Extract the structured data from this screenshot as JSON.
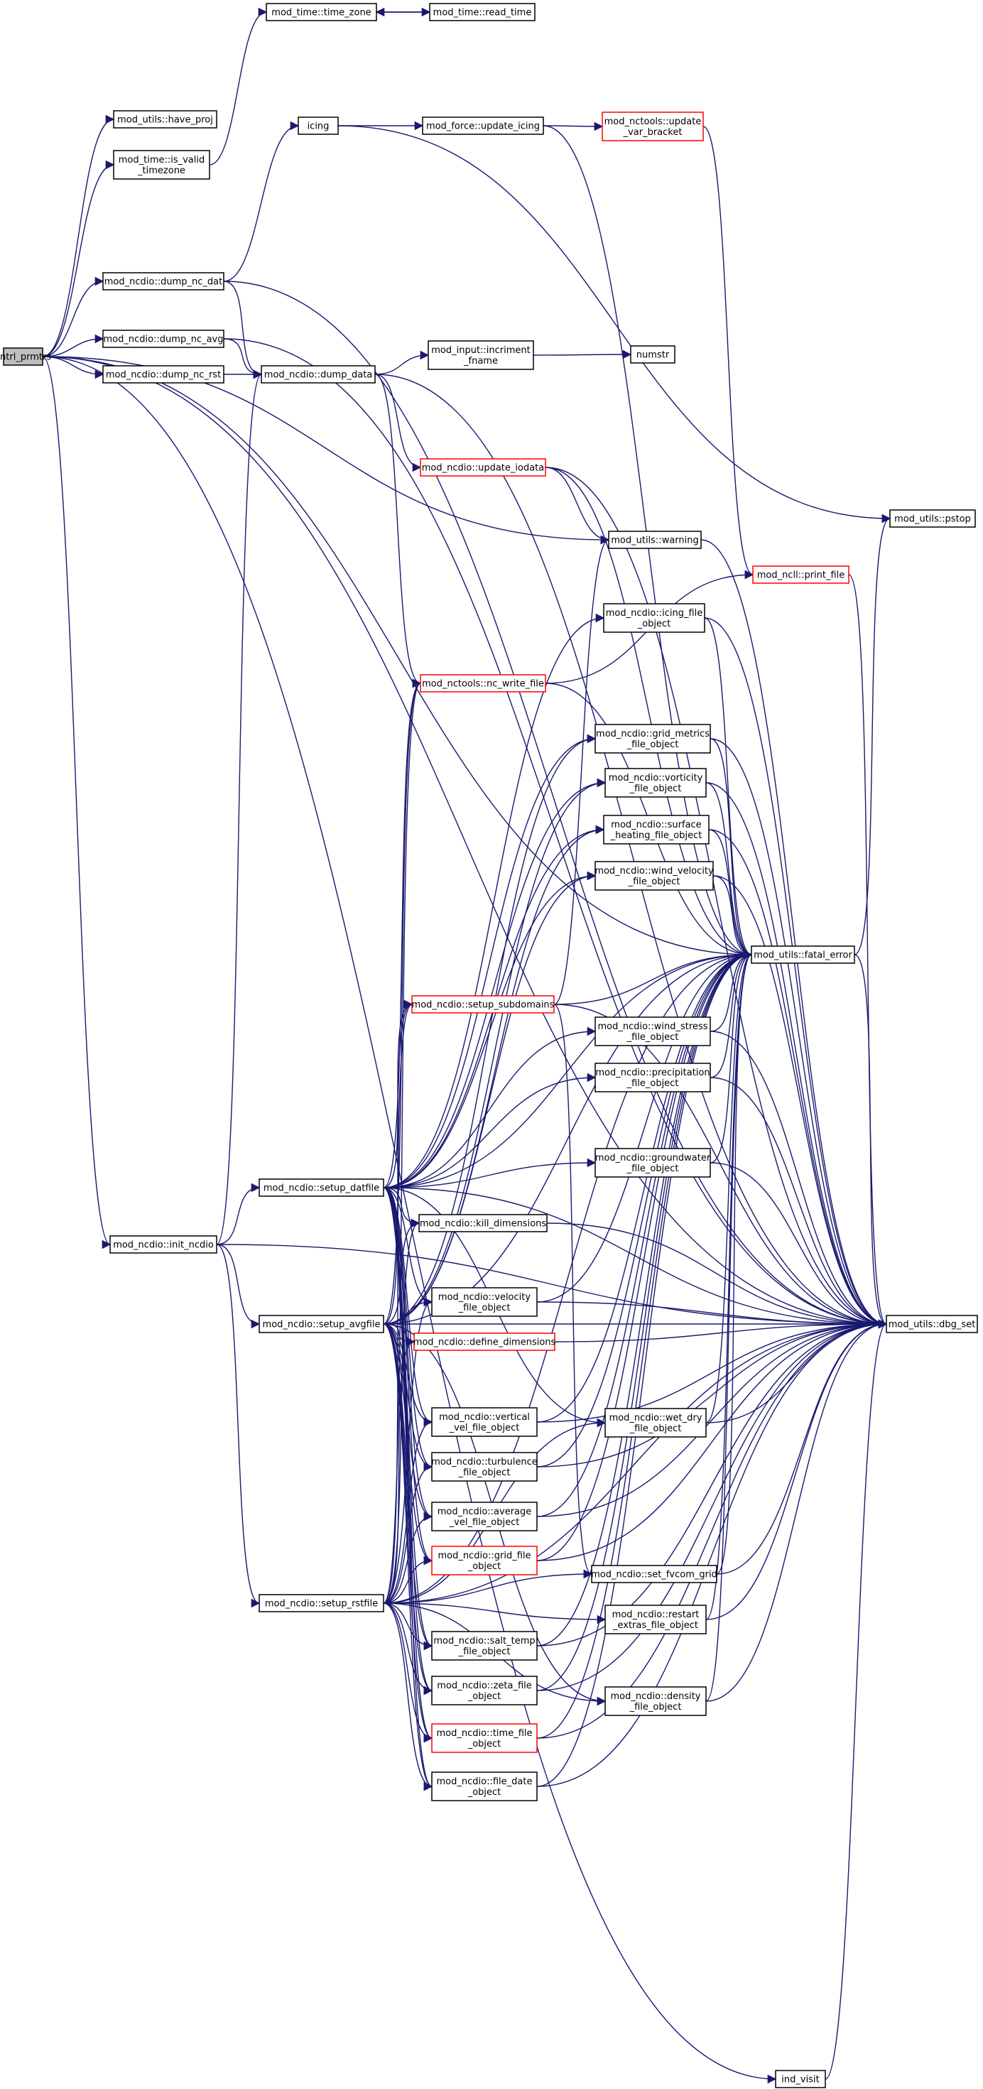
{
  "colors": {
    "edge": "#191970",
    "node_border": "#000000",
    "node_border_error": "#ff0000",
    "root_fill": "#bfbfbf",
    "background": "#ffffff"
  },
  "nodes": [
    {
      "id": "cntrl_prmtrs",
      "lines": [
        "cntrl_prmtrs"
      ],
      "style": "root"
    },
    {
      "id": "time_zone",
      "lines": [
        "mod_time::time_zone"
      ]
    },
    {
      "id": "read_time",
      "lines": [
        "mod_time::read_time"
      ]
    },
    {
      "id": "have_proj",
      "lines": [
        "mod_utils::have_proj"
      ]
    },
    {
      "id": "is_valid_tz",
      "lines": [
        "mod_time::is_valid",
        "_timezone"
      ]
    },
    {
      "id": "icing",
      "lines": [
        "icing"
      ]
    },
    {
      "id": "update_icing",
      "lines": [
        "mod_force::update_icing"
      ]
    },
    {
      "id": "update_var_bracket",
      "lines": [
        "mod_nctools::update",
        "_var_bracket"
      ],
      "style": "red"
    },
    {
      "id": "dump_nc_dat",
      "lines": [
        "mod_ncdio::dump_nc_dat"
      ]
    },
    {
      "id": "dump_nc_avg",
      "lines": [
        "mod_ncdio::dump_nc_avg"
      ]
    },
    {
      "id": "dump_nc_rst",
      "lines": [
        "mod_ncdio::dump_nc_rst"
      ]
    },
    {
      "id": "dump_data",
      "lines": [
        "mod_ncdio::dump_data"
      ]
    },
    {
      "id": "incriment_fname",
      "lines": [
        "mod_input::incriment",
        "_fname"
      ]
    },
    {
      "id": "numstr",
      "lines": [
        "numstr"
      ]
    },
    {
      "id": "update_iodata",
      "lines": [
        "mod_ncdio::update_iodata"
      ],
      "style": "red"
    },
    {
      "id": "pstop",
      "lines": [
        "mod_utils::pstop"
      ]
    },
    {
      "id": "warning",
      "lines": [
        "mod_utils::warning"
      ]
    },
    {
      "id": "print_file",
      "lines": [
        "mod_ncll::print_file"
      ],
      "style": "red"
    },
    {
      "id": "icing_file_object",
      "lines": [
        "mod_ncdio::icing_file",
        "_object"
      ]
    },
    {
      "id": "nc_write_file",
      "lines": [
        "mod_nctools::nc_write_file"
      ],
      "style": "red"
    },
    {
      "id": "grid_metrics",
      "lines": [
        "mod_ncdio::grid_metrics",
        "_file_object"
      ]
    },
    {
      "id": "vorticity",
      "lines": [
        "mod_ncdio::vorticity",
        "_file_object"
      ]
    },
    {
      "id": "surface_heating",
      "lines": [
        "mod_ncdio::surface",
        "_heating_file_object"
      ]
    },
    {
      "id": "wind_velocity",
      "lines": [
        "mod_ncdio::wind_velocity",
        "_file_object"
      ]
    },
    {
      "id": "fatal_error",
      "lines": [
        "mod_utils::fatal_error"
      ]
    },
    {
      "id": "setup_subdomains",
      "lines": [
        "mod_ncdio::setup_subdomains"
      ],
      "style": "red"
    },
    {
      "id": "wind_stress",
      "lines": [
        "mod_ncdio::wind_stress",
        "_file_object"
      ]
    },
    {
      "id": "precipitation",
      "lines": [
        "mod_ncdio::precipitation",
        "_file_object"
      ]
    },
    {
      "id": "groundwater",
      "lines": [
        "mod_ncdio::groundwater",
        "_file_object"
      ]
    },
    {
      "id": "setup_datfile",
      "lines": [
        "mod_ncdio::setup_datfile"
      ]
    },
    {
      "id": "init_ncdio",
      "lines": [
        "mod_ncdio::init_ncdio"
      ]
    },
    {
      "id": "kill_dimensions",
      "lines": [
        "mod_ncdio::kill_dimensions"
      ]
    },
    {
      "id": "velocity",
      "lines": [
        "mod_ncdio::velocity",
        "_file_object"
      ]
    },
    {
      "id": "setup_avgfile",
      "lines": [
        "mod_ncdio::setup_avgfile"
      ]
    },
    {
      "id": "define_dimensions",
      "lines": [
        "mod_ncdio::define_dimensions"
      ],
      "style": "red"
    },
    {
      "id": "dbg_set",
      "lines": [
        "mod_utils::dbg_set"
      ]
    },
    {
      "id": "vertical_vel",
      "lines": [
        "mod_ncdio::vertical",
        "_vel_file_object"
      ]
    },
    {
      "id": "wet_dry",
      "lines": [
        "mod_ncdio::wet_dry",
        "_file_object"
      ]
    },
    {
      "id": "turbulence",
      "lines": [
        "mod_ncdio::turbulence",
        "_file_object"
      ]
    },
    {
      "id": "average_vel",
      "lines": [
        "mod_ncdio::average",
        "_vel_file_object"
      ]
    },
    {
      "id": "grid_file",
      "lines": [
        "mod_ncdio::grid_file",
        "_object"
      ],
      "style": "red"
    },
    {
      "id": "set_fvcom_grid",
      "lines": [
        "mod_ncdio::set_fvcom_grid"
      ]
    },
    {
      "id": "setup_rstfile",
      "lines": [
        "mod_ncdio::setup_rstfile"
      ]
    },
    {
      "id": "restart_extras",
      "lines": [
        "mod_ncdio::restart",
        "_extras_file_object"
      ]
    },
    {
      "id": "salt_temp",
      "lines": [
        "mod_ncdio::salt_temp",
        "_file_object"
      ]
    },
    {
      "id": "zeta_file",
      "lines": [
        "mod_ncdio::zeta_file",
        "_object"
      ]
    },
    {
      "id": "density",
      "lines": [
        "mod_ncdio::density",
        "_file_object"
      ]
    },
    {
      "id": "time_file",
      "lines": [
        "mod_ncdio::time_file",
        "_object"
      ],
      "style": "red"
    },
    {
      "id": "file_date",
      "lines": [
        "mod_ncdio::file_date",
        "_object"
      ]
    },
    {
      "id": "ind_visit",
      "lines": [
        "ind_visit"
      ]
    }
  ],
  "edges": [
    [
      "cntrl_prmtrs",
      "have_proj"
    ],
    [
      "cntrl_prmtrs",
      "is_valid_tz"
    ],
    [
      "cntrl_prmtrs",
      "dump_nc_dat"
    ],
    [
      "cntrl_prmtrs",
      "dump_nc_avg"
    ],
    [
      "cntrl_prmtrs",
      "dump_nc_rst"
    ],
    [
      "cntrl_prmtrs",
      "init_ncdio"
    ],
    [
      "cntrl_prmtrs",
      "warning"
    ],
    [
      "cntrl_prmtrs",
      "fatal_error"
    ],
    [
      "cntrl_prmtrs",
      "dbg_set"
    ],
    [
      "cntrl_prmtrs",
      "ind_visit"
    ],
    [
      "is_valid_tz",
      "time_zone"
    ],
    [
      "time_zone",
      "read_time"
    ],
    [
      "read_time",
      "time_zone"
    ],
    [
      "dump_nc_dat",
      "icing"
    ],
    [
      "dump_nc_dat",
      "dump_data"
    ],
    [
      "dump_nc_dat",
      "dbg_set"
    ],
    [
      "dump_nc_avg",
      "dump_data"
    ],
    [
      "dump_nc_avg",
      "dbg_set"
    ],
    [
      "dump_nc_rst",
      "dump_data"
    ],
    [
      "icing",
      "update_icing"
    ],
    [
      "icing",
      "pstop"
    ],
    [
      "update_icing",
      "update_var_bracket"
    ],
    [
      "update_icing",
      "fatal_error"
    ],
    [
      "update_var_bracket",
      "print_file"
    ],
    [
      "dump_data",
      "incriment_fname"
    ],
    [
      "dump_data",
      "update_iodata"
    ],
    [
      "dump_data",
      "nc_write_file"
    ],
    [
      "dump_data",
      "dbg_set"
    ],
    [
      "incriment_fname",
      "numstr"
    ],
    [
      "update_iodata",
      "warning"
    ],
    [
      "update_iodata",
      "fatal_error"
    ],
    [
      "update_iodata",
      "dbg_set"
    ],
    [
      "warning",
      "dbg_set"
    ],
    [
      "nc_write_file",
      "print_file"
    ],
    [
      "nc_write_file",
      "fatal_error"
    ],
    [
      "print_file",
      "dbg_set"
    ],
    [
      "icing_file_object",
      "fatal_error"
    ],
    [
      "icing_file_object",
      "dbg_set"
    ],
    [
      "grid_metrics",
      "fatal_error"
    ],
    [
      "grid_metrics",
      "dbg_set"
    ],
    [
      "vorticity",
      "fatal_error"
    ],
    [
      "vorticity",
      "dbg_set"
    ],
    [
      "surface_heating",
      "fatal_error"
    ],
    [
      "surface_heating",
      "dbg_set"
    ],
    [
      "wind_velocity",
      "fatal_error"
    ],
    [
      "wind_velocity",
      "dbg_set"
    ],
    [
      "fatal_error",
      "pstop"
    ],
    [
      "fatal_error",
      "dbg_set"
    ],
    [
      "setup_subdomains",
      "warning"
    ],
    [
      "setup_subdomains",
      "fatal_error"
    ],
    [
      "setup_subdomains",
      "set_fvcom_grid"
    ],
    [
      "setup_subdomains",
      "dbg_set"
    ],
    [
      "wind_stress",
      "fatal_error"
    ],
    [
      "wind_stress",
      "dbg_set"
    ],
    [
      "precipitation",
      "fatal_error"
    ],
    [
      "precipitation",
      "dbg_set"
    ],
    [
      "groundwater",
      "fatal_error"
    ],
    [
      "groundwater",
      "dbg_set"
    ],
    [
      "init_ncdio",
      "setup_datfile"
    ],
    [
      "init_ncdio",
      "setup_avgfile"
    ],
    [
      "init_ncdio",
      "setup_rstfile"
    ],
    [
      "init_ncdio",
      "dump_data"
    ],
    [
      "init_ncdio",
      "dbg_set"
    ],
    [
      "setup_datfile",
      "icing_file_object"
    ],
    [
      "setup_datfile",
      "nc_write_file"
    ],
    [
      "setup_datfile",
      "grid_metrics"
    ],
    [
      "setup_datfile",
      "vorticity"
    ],
    [
      "setup_datfile",
      "surface_heating"
    ],
    [
      "setup_datfile",
      "wind_velocity"
    ],
    [
      "setup_datfile",
      "setup_subdomains"
    ],
    [
      "setup_datfile",
      "wind_stress"
    ],
    [
      "setup_datfile",
      "precipitation"
    ],
    [
      "setup_datfile",
      "groundwater"
    ],
    [
      "setup_datfile",
      "kill_dimensions"
    ],
    [
      "setup_datfile",
      "velocity"
    ],
    [
      "setup_datfile",
      "define_dimensions"
    ],
    [
      "setup_datfile",
      "vertical_vel"
    ],
    [
      "setup_datfile",
      "wet_dry"
    ],
    [
      "setup_datfile",
      "turbulence"
    ],
    [
      "setup_datfile",
      "average_vel"
    ],
    [
      "setup_datfile",
      "grid_file"
    ],
    [
      "setup_datfile",
      "salt_temp"
    ],
    [
      "setup_datfile",
      "zeta_file"
    ],
    [
      "setup_datfile",
      "time_file"
    ],
    [
      "setup_datfile",
      "file_date"
    ],
    [
      "setup_datfile",
      "fatal_error"
    ],
    [
      "setup_datfile",
      "dbg_set"
    ],
    [
      "setup_avgfile",
      "nc_write_file"
    ],
    [
      "setup_avgfile",
      "grid_metrics"
    ],
    [
      "setup_avgfile",
      "vorticity"
    ],
    [
      "setup_avgfile",
      "surface_heating"
    ],
    [
      "setup_avgfile",
      "wind_velocity"
    ],
    [
      "setup_avgfile",
      "setup_subdomains"
    ],
    [
      "setup_avgfile",
      "kill_dimensions"
    ],
    [
      "setup_avgfile",
      "velocity"
    ],
    [
      "setup_avgfile",
      "define_dimensions"
    ],
    [
      "setup_avgfile",
      "vertical_vel"
    ],
    [
      "setup_avgfile",
      "turbulence"
    ],
    [
      "setup_avgfile",
      "average_vel"
    ],
    [
      "setup_avgfile",
      "grid_file"
    ],
    [
      "setup_avgfile",
      "salt_temp"
    ],
    [
      "setup_avgfile",
      "zeta_file"
    ],
    [
      "setup_avgfile",
      "time_file"
    ],
    [
      "setup_avgfile",
      "file_date"
    ],
    [
      "setup_avgfile",
      "density"
    ],
    [
      "setup_avgfile",
      "fatal_error"
    ],
    [
      "setup_avgfile",
      "dbg_set"
    ],
    [
      "setup_rstfile",
      "nc_write_file"
    ],
    [
      "setup_rstfile",
      "setup_subdomains"
    ],
    [
      "setup_rstfile",
      "kill_dimensions"
    ],
    [
      "setup_rstfile",
      "velocity"
    ],
    [
      "setup_rstfile",
      "define_dimensions"
    ],
    [
      "setup_rstfile",
      "vertical_vel"
    ],
    [
      "setup_rstfile",
      "turbulence"
    ],
    [
      "setup_rstfile",
      "average_vel"
    ],
    [
      "setup_rstfile",
      "grid_file"
    ],
    [
      "setup_rstfile",
      "salt_temp"
    ],
    [
      "setup_rstfile",
      "zeta_file"
    ],
    [
      "setup_rstfile",
      "time_file"
    ],
    [
      "setup_rstfile",
      "file_date"
    ],
    [
      "setup_rstfile",
      "restart_extras"
    ],
    [
      "setup_rstfile",
      "wet_dry"
    ],
    [
      "setup_rstfile",
      "density"
    ],
    [
      "setup_rstfile",
      "set_fvcom_grid"
    ],
    [
      "setup_rstfile",
      "fatal_error"
    ],
    [
      "setup_rstfile",
      "dbg_set"
    ],
    [
      "kill_dimensions",
      "dbg_set"
    ],
    [
      "velocity",
      "fatal_error"
    ],
    [
      "velocity",
      "dbg_set"
    ],
    [
      "define_dimensions",
      "dbg_set"
    ],
    [
      "vertical_vel",
      "fatal_error"
    ],
    [
      "vertical_vel",
      "dbg_set"
    ],
    [
      "wet_dry",
      "fatal_error"
    ],
    [
      "wet_dry",
      "dbg_set"
    ],
    [
      "turbulence",
      "fatal_error"
    ],
    [
      "turbulence",
      "dbg_set"
    ],
    [
      "average_vel",
      "fatal_error"
    ],
    [
      "average_vel",
      "dbg_set"
    ],
    [
      "grid_file",
      "fatal_error"
    ],
    [
      "grid_file",
      "dbg_set"
    ],
    [
      "set_fvcom_grid",
      "fatal_error"
    ],
    [
      "set_fvcom_grid",
      "dbg_set"
    ],
    [
      "restart_extras",
      "fatal_error"
    ],
    [
      "restart_extras",
      "dbg_set"
    ],
    [
      "salt_temp",
      "fatal_error"
    ],
    [
      "salt_temp",
      "dbg_set"
    ],
    [
      "zeta_file",
      "fatal_error"
    ],
    [
      "zeta_file",
      "dbg_set"
    ],
    [
      "density",
      "fatal_error"
    ],
    [
      "density",
      "dbg_set"
    ],
    [
      "time_file",
      "fatal_error"
    ],
    [
      "time_file",
      "dbg_set"
    ],
    [
      "file_date",
      "fatal_error"
    ],
    [
      "file_date",
      "dbg_set"
    ],
    [
      "ind_visit",
      "dbg_set"
    ]
  ]
}
